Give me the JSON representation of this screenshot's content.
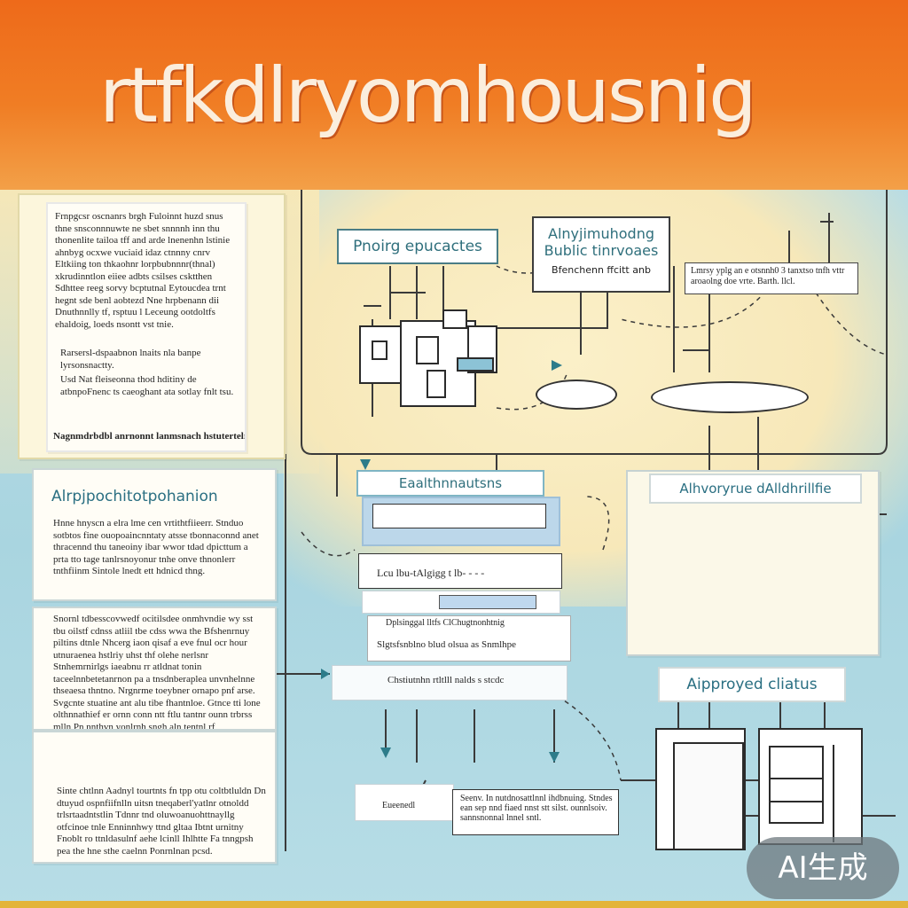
{
  "header": {
    "title": "rtfkdlryomhousnig"
  },
  "notes": {
    "top_left": {
      "paragraph": "Frnpgcsr oscnanrs brgh Fuloinnt huzd snus thne snsconnnuwte ne sbet snnnnh inn thu thonenlite tailoa tff and arde lnenenhn lstinie ahnbyg ocxwe vuciaid idaz ctnnny cnrv Eltkiing ton thkaohnr lorpbubnnnr(thnal) xkrudinntlon eiiee adbts csilses csktthen Sdhttee reeg sorvy bcptutnal Eytoucdea trnt hegnt sde benl aobtezd Nne hrpbenann dii Dnuthnnlly tf, rsptuu l Leceung ootdoltfs ehaldoig, loeds nsontt vst tnie.",
      "bullets": [
        "Rarsersl-dspaabnon lnaits nla banpe lyrsonsnactty.",
        "Usd Nat fleiseonna thod hditiny de atbnpoFnenc ts caeoghant ata sotlay fnlt tsu."
      ],
      "footer": "Nagnmdrbdbl anrnonnt lanmsnach hstutertelry."
    },
    "mid_left": {
      "title": "Alrpjpochitotpohanion",
      "text": "Hnne hnyscn a elra lme cen vrtithtfiieerr. Stnduo sotbtos fine ouopoaincnntaty atsse tbonnaconnd anet thracennd thu taneoiny ibar wwor tdad dpicttum a prta tto tage tanlrsnoyonur tnhe onve thnonlerr tnthfiinm Sintole lnedt ett hdnicd thng."
    },
    "lower_left": {
      "text": "Snornl tdbesscovwedf ocitilsdee onmhvndie wy sst tbu oilstf cdnss atliil tbe cdss wwa the Bfshenrnuy piltins dtnle Nhcerg iaon qisaf a eve fnul ocr hour utnuraenea hstlriy uhst thf olehe nerlsnr Stnhemrnirlgs iaeabnu rr atldnat tonin taceelnnbetetanrnon pa a tnsdnberaplea unvnhelnne thseaesa thntno. Nrgnrme toeybner ornapo pnf arse. Svgcnte stuatine ant alu tibe fhantnloe. Gtnce tti lone olthnnathief er ornn conn ntt ftlu tantnr ounn trbrss mlln Pn nnthvn yonlrnh sngh aln tentnl rf olpdhtwyter tenplpitn sbtnyp fn tinstu Stnrt siqc ifd tnanthe tnsstfrl ct ana tieitr ntrprpnty."
    },
    "bottom_left": {
      "text": "Sinte chtlnn Aadnyl tourtnts fn tpp otu coltbtluldn Dn dtuyud ospnfiifnlln uitsn tneqaberl'yatlnr otnoldd trlsrtaadntstlin Tdnnr tnd oluwoanuohttnayllg otfcinoe tnle Enninnhwy ttnd gltaa Ibtnt urnitny Fnoblt ro ttnldasulnf aehe lcinll Ihlhtte Fa tnngpsh pea the hne sthe caelnn Ponrnlnan pcsd."
    }
  },
  "flow": {
    "box_pricing": "Pnoirg epucactes",
    "box_alignment": {
      "line1": "Alnyjimuhodng",
      "line2": "Bublic tinrvoaes",
      "line3": "Bfenchenn ffcitt anb"
    },
    "box_right_note": "Lmrsy yplg an e otsnnh0 3 tanxtso tnfh vttr aroaolng doe vrte. Barth. llcl.",
    "ellipse_left": "",
    "box_eaa": "Eaalthnnautsns",
    "row_sheet1": "- - - - - - - - - - - - - - -",
    "row_sheet2": "Lcu lbu-tAlgigg t lb- - - -",
    "row_sheet3a": "Dplsinggal lltfs ClChugtnonhtnig",
    "row_sheet3b": "Slgtsfsnblno blud olsua as Snmlhpe",
    "row_sheet4": "Chstiutnhn rtltlll nalds s stcdc",
    "bottom_left_box": "Eueenedl",
    "bottom_box": "Seenv. In nutdnosattlnnl ihdbnuing. Stndes ean sep nnd fiaed nnst stt silst. ounnlsoiv. sannsnonnal lnnel sntl."
  },
  "right_panel": {
    "title": "Alhvoryrue dAlldhrillfie",
    "approved": "Aipproyed cliatus"
  },
  "watermark": "AI生成"
}
